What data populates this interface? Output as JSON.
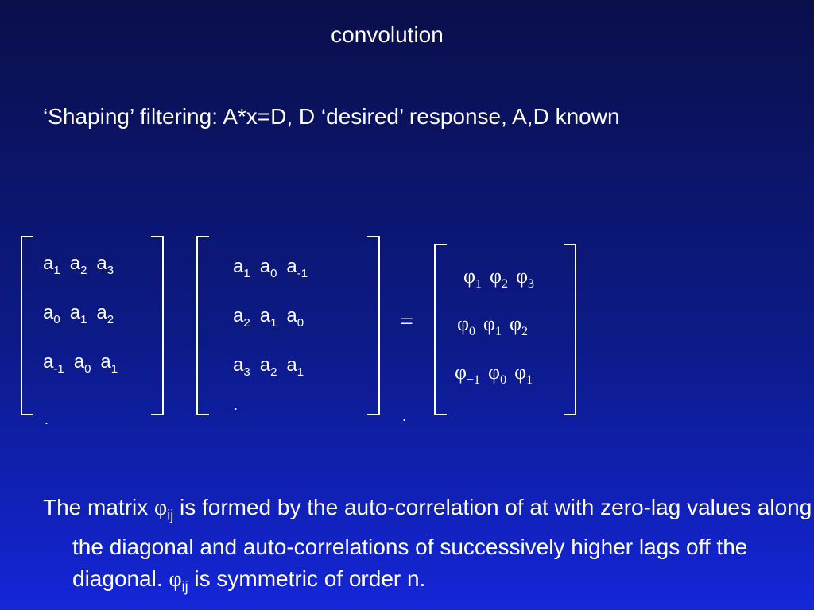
{
  "slide": {
    "title": "convolution",
    "subtitle": "‘Shaping’ filtering: A*x=D, D ‘desired’ response, A,D known"
  },
  "matrix_a": {
    "rows": [
      [
        {
          "b": "a",
          "s": "1"
        },
        {
          "b": "a",
          "s": "2"
        },
        {
          "b": "a",
          "s": "3"
        }
      ],
      [
        {
          "b": "a",
          "s": "0"
        },
        {
          "b": "a",
          "s": "1"
        },
        {
          "b": "a",
          "s": "2"
        }
      ],
      [
        {
          "b": "a",
          "s": "-1"
        },
        {
          "b": "a",
          "s": "0"
        },
        {
          "b": "a",
          "s": "1"
        }
      ]
    ],
    "dot": "."
  },
  "matrix_b": {
    "rows": [
      [
        {
          "b": "a",
          "s": "1"
        },
        {
          "b": "a",
          "s": "0"
        },
        {
          "b": "a",
          "s": "-1"
        }
      ],
      [
        {
          "b": "a",
          "s": "2"
        },
        {
          "b": "a",
          "s": "1"
        },
        {
          "b": "a",
          "s": "0"
        }
      ],
      [
        {
          "b": "a",
          "s": "3"
        },
        {
          "b": "a",
          "s": "2"
        },
        {
          "b": "a",
          "s": "1"
        }
      ]
    ],
    "dot": "."
  },
  "equals": "=",
  "dot_after_equals": ".",
  "matrix_phi": {
    "rows": [
      [
        {
          "b": "φ",
          "s": "1"
        },
        {
          "b": "φ",
          "s": "2"
        },
        {
          "b": "φ",
          "s": "3"
        }
      ],
      [
        {
          "b": "φ",
          "s": "0"
        },
        {
          "b": "φ",
          "s": "1"
        },
        {
          "b": "φ",
          "s": "2"
        }
      ],
      [
        {
          "b": "φ",
          "s": "−1"
        },
        {
          "b": "φ",
          "s": "0"
        },
        {
          "b": "φ",
          "s": "1"
        }
      ]
    ]
  },
  "paragraph": {
    "t1": "The matrix ",
    "phi": "φ",
    "sub": "ij",
    "t2": " is formed by the auto-correlation of at with zero-lag values along the diagonal and auto-correlations of successively higher lags off the diagonal. ",
    "phi2": "φ",
    "sub2": "ij",
    "t3": " is symmetric of order n."
  }
}
